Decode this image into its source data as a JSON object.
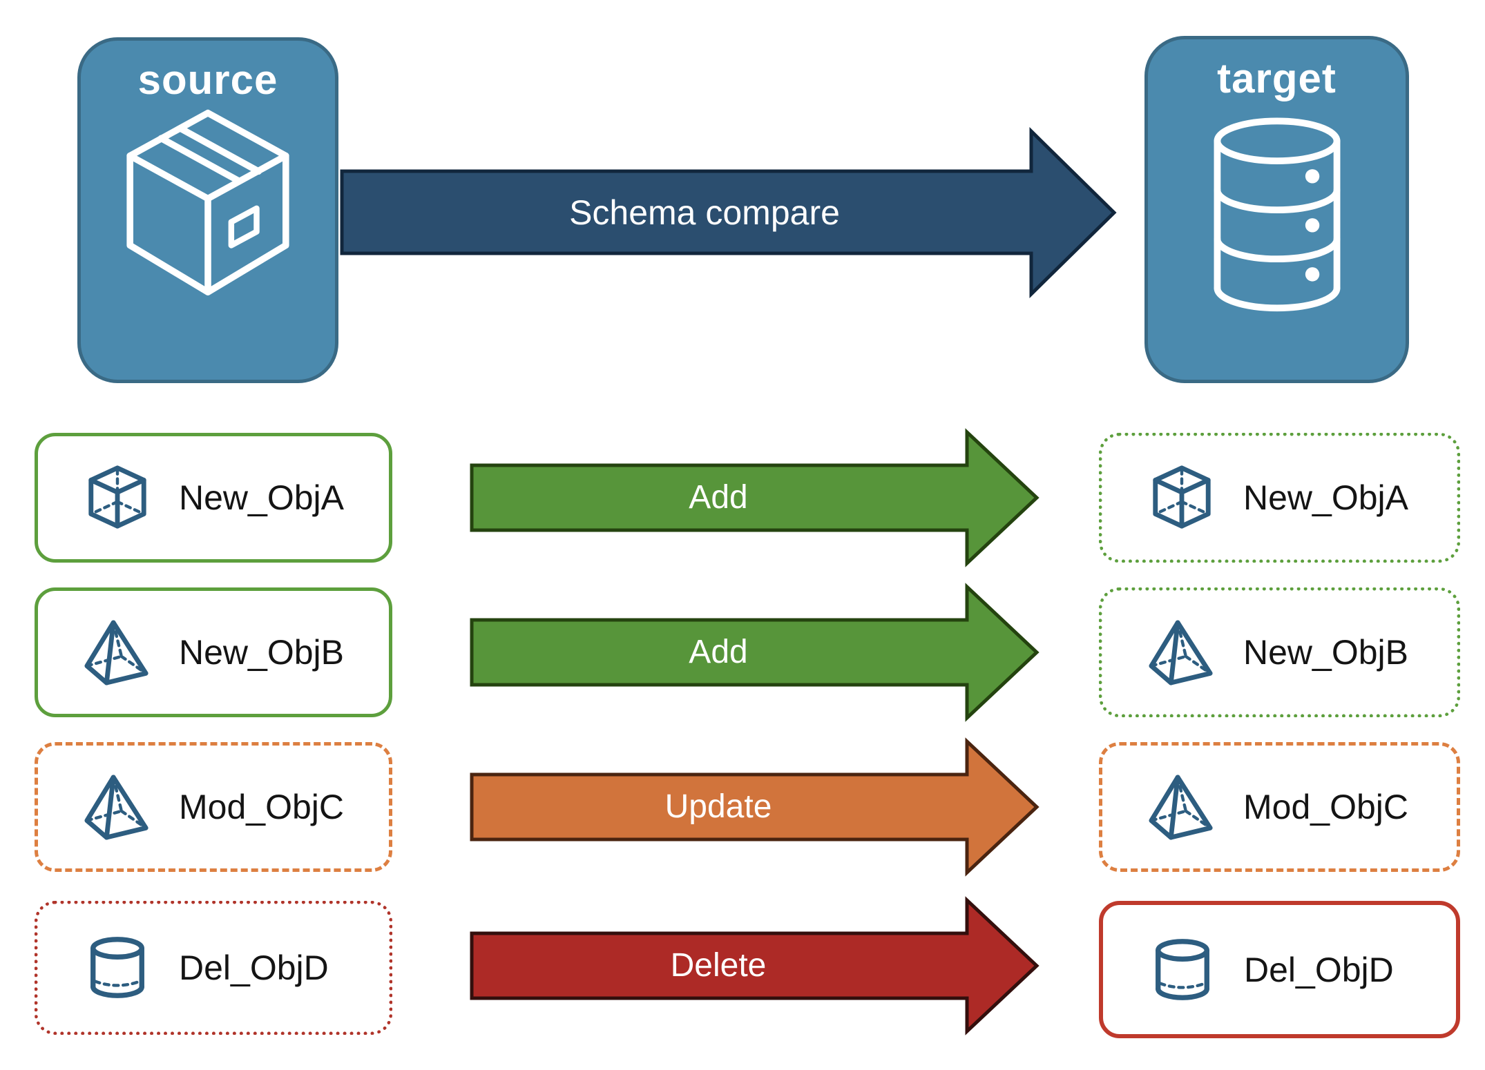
{
  "source_node": {
    "label": "source",
    "icon": "package-icon"
  },
  "target_node": {
    "label": "target",
    "icon": "database-icon"
  },
  "compare": {
    "label": "Schema compare"
  },
  "rows": [
    {
      "source_label": "New_ObjA",
      "action": "Add",
      "target_label": "New_ObjA",
      "object_icon": "cube-icon",
      "source_border_style": "solid-green",
      "target_border_style": "dotted-green",
      "arrow_fill": "#57953a",
      "arrow_stroke": "#24430f"
    },
    {
      "source_label": "New_ObjB",
      "action": "Add",
      "target_label": "New_ObjB",
      "object_icon": "pyramid-icon",
      "source_border_style": "solid-green",
      "target_border_style": "dotted-green",
      "arrow_fill": "#57953a",
      "arrow_stroke": "#24430f"
    },
    {
      "source_label": "Mod_ObjC",
      "action": "Update",
      "target_label": "Mod_ObjC",
      "object_icon": "pyramid-icon",
      "source_border_style": "dashed-orange",
      "target_border_style": "dashed-orange",
      "arrow_fill": "#d1743c",
      "arrow_stroke": "#4a2410"
    },
    {
      "source_label": "Del_ObjD",
      "action": "Delete",
      "target_label": "Del_ObjD",
      "object_icon": "cylinder-icon",
      "source_border_style": "dotted-red",
      "target_border_style": "solid-red",
      "arrow_fill": "#ad2a26",
      "arrow_stroke": "#330f0d"
    }
  ],
  "colors": {
    "node_blue": "#4b8aae",
    "node_border": "#3a6a85",
    "compare_fill": "#2b4e6f",
    "compare_stroke": "#11263c",
    "green_border": "#5d9f3d",
    "orange_border": "#dd7f41",
    "red_border": "#b0342a",
    "red_border_strong": "#bf3a2c",
    "icon_blue": "#2d5d80",
    "label_text": "#141414",
    "arrow_text": "#ffffff"
  }
}
